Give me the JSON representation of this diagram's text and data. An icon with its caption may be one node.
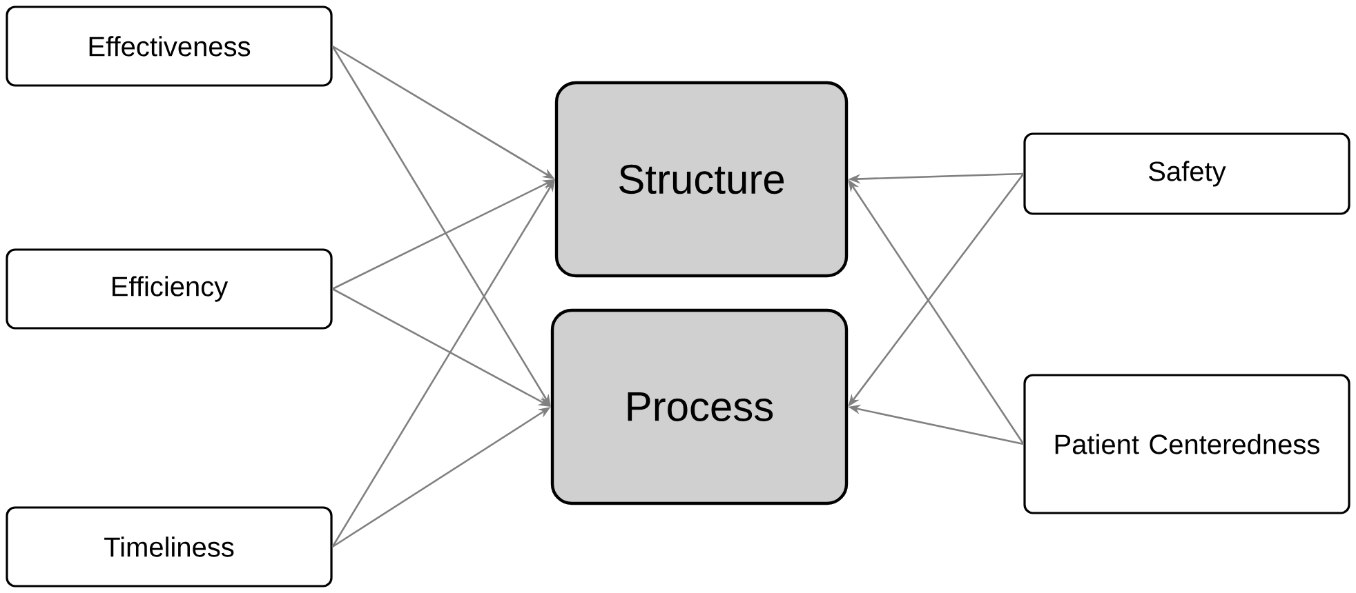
{
  "diagram": {
    "nodes": [
      {
        "text": [
          "Effectiveness"
        ]
      },
      {
        "text": [
          "Efficiency"
        ]
      },
      {
        "text": [
          "Timeliness"
        ]
      },
      {
        "text": [
          "Structure"
        ]
      },
      {
        "text": [
          "Process"
        ]
      },
      {
        "text": [
          "Safety"
        ]
      },
      {
        "text": [
          "Patient Centeredness"
        ]
      }
    ],
    "edges": [
      {
        "from": 0,
        "to": 3,
        "arrow": "to"
      },
      {
        "from": 0,
        "to": 4,
        "arrow": "to"
      },
      {
        "from": 1,
        "to": 3,
        "arrow": "to"
      },
      {
        "from": 1,
        "to": 4,
        "arrow": "to"
      },
      {
        "from": 2,
        "to": 3,
        "arrow": "to"
      },
      {
        "from": 2,
        "to": 4,
        "arrow": "to"
      },
      {
        "from": 5,
        "to": 3,
        "arrow": "to"
      },
      {
        "from": 5,
        "to": 4,
        "arrow": "to"
      },
      {
        "from": 6,
        "to": 3,
        "arrow": "to"
      },
      {
        "from": 6,
        "to": 4,
        "arrow": "to"
      }
    ]
  }
}
